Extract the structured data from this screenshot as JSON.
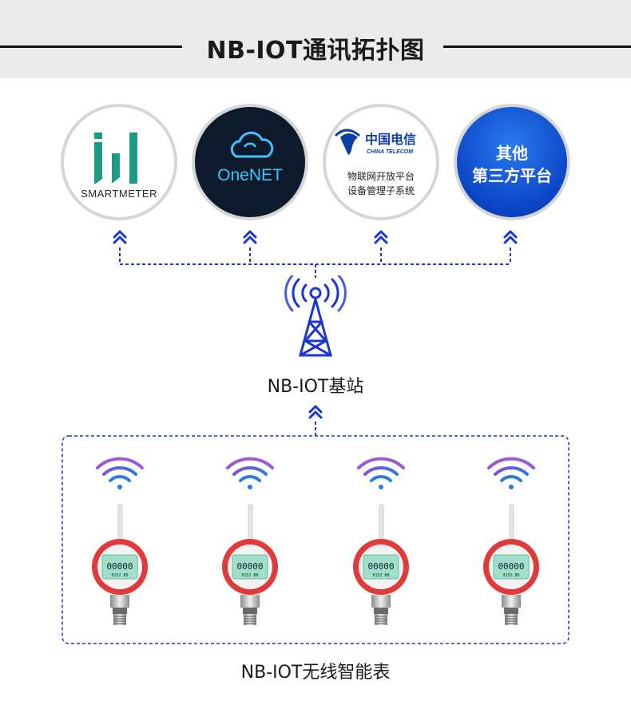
{
  "header": {
    "title": "NB-IOT通讯拓扑图"
  },
  "platforms": [
    {
      "label": "SMARTMETER"
    },
    {
      "label": "OneNET"
    },
    {
      "brand_cn": "中国电信",
      "brand_en": "CHINA TELECOM",
      "line1": "物联网开放平台",
      "line2": "设备管理子系统"
    },
    {
      "line1": "其他",
      "line2": "第三方平台"
    }
  ],
  "base_station": {
    "label": "NB-IOT基站"
  },
  "meters": {
    "label": "NB-IOT无线智能表",
    "count": 4,
    "display_digits": "00000",
    "display_sub": "0152 B0"
  },
  "colors": {
    "accent_blue": "#1a35d6",
    "dashed_line": "#2236c8",
    "meter_red": "#e03a3a",
    "lcd_green": "#9fe0c8",
    "smartmeter_teal": "#1d9b84",
    "onenet_bg": "#0c1a2b",
    "onenet_text": "#3dc6ff",
    "telecom_blue": "#0a3fa8"
  },
  "icons": [
    "smartmeter-logo-icon",
    "cloud-icon",
    "china-telecom-logo-icon",
    "chevron-up-icon",
    "radio-tower-icon",
    "wifi-signal-icon",
    "pressure-meter-icon"
  ]
}
